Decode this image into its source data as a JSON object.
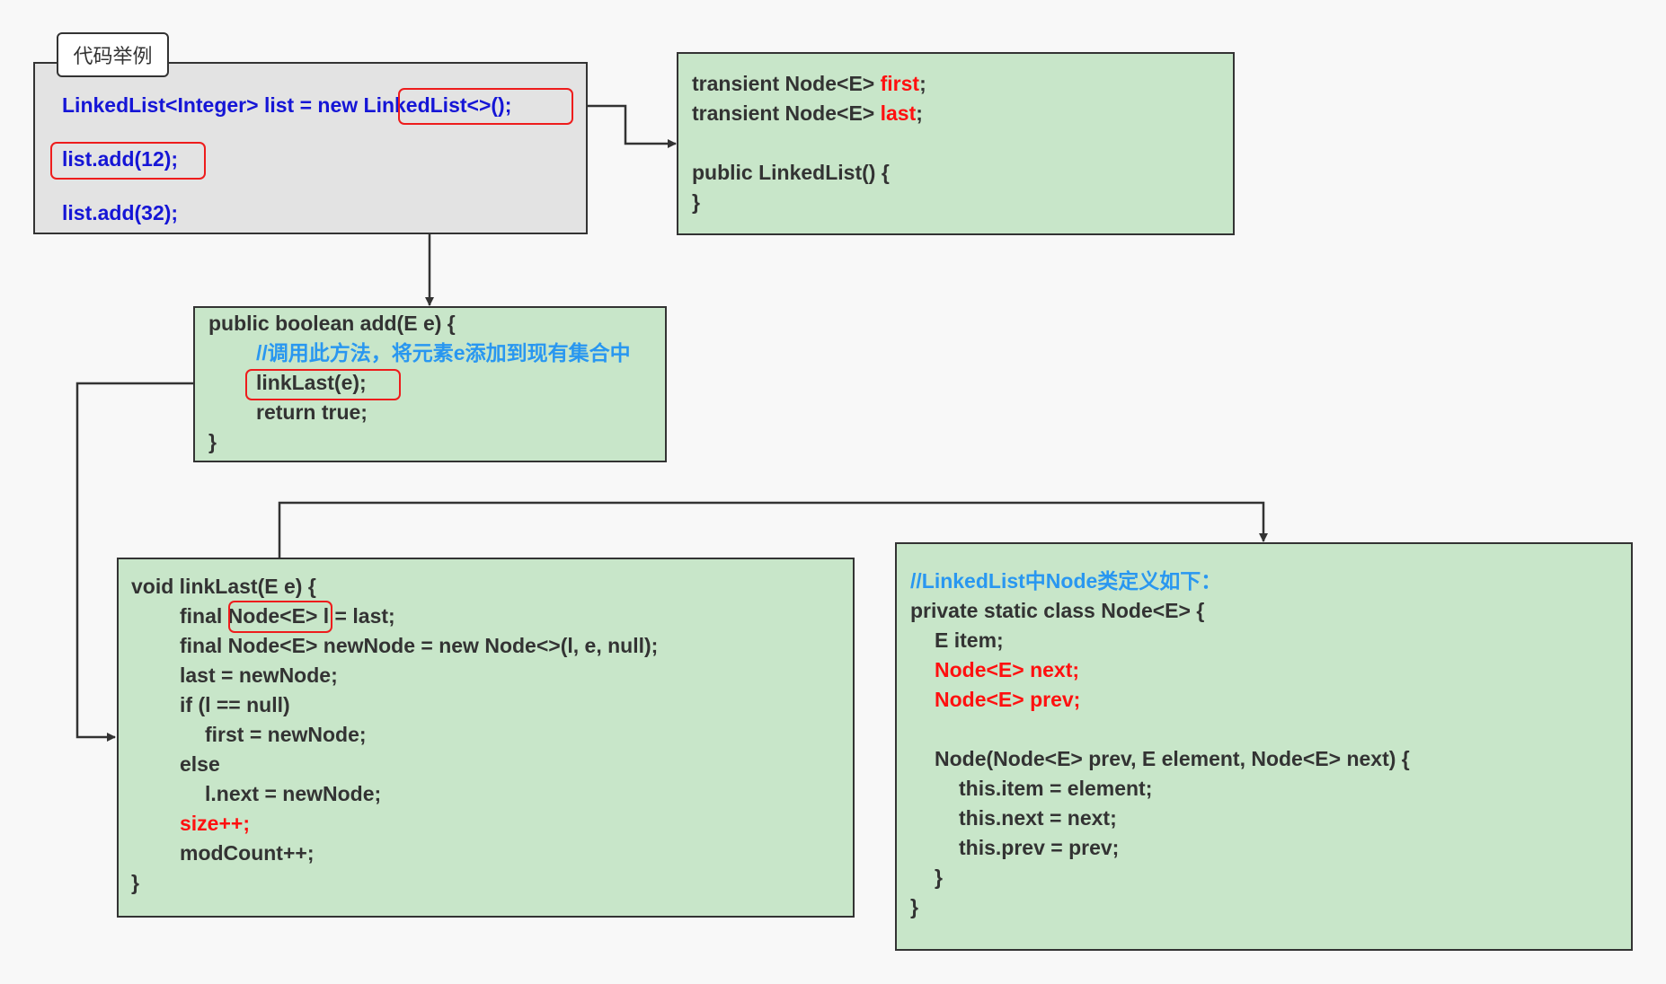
{
  "example": {
    "tag_label": "代码举例",
    "line1_prefix": "LinkedList<Integer> list = new ",
    "line1_ctor": "LinkedList<>();",
    "line2": "list.add(12);",
    "line3": "list.add(32);"
  },
  "fields": {
    "line1_prefix": "transient Node<E> ",
    "line1_name": "first",
    "line1_suffix": ";",
    "line2_prefix": "transient Node<E> ",
    "line2_name": "last",
    "line2_suffix": ";",
    "line3": "public LinkedList() {",
    "line4": "}"
  },
  "add_method": {
    "lines": [
      "public boolean add(E e) {",
      "//调用此方法，将元素e添加到现有集合中",
      "linkLast(e);",
      "return true;",
      "}"
    ]
  },
  "link_last": {
    "lines": [
      "void linkLast(E e) {",
      "final ",
      "Node<E>",
      " l = last;",
      "final Node<E> newNode = new Node<>(l, e, null);",
      "last = newNode;",
      "if (l == null)",
      "first = newNode;",
      "else",
      "l.next = newNode;",
      "size++;",
      "modCount++;",
      "}"
    ]
  },
  "node_class": {
    "lines": [
      "//LinkedList中Node类定义如下：",
      "private static class Node<E> {",
      "E item;",
      "Node<E> next;",
      "Node<E> prev;",
      "Node(Node<E> prev, E element, Node<E> next) {",
      "this.item = element;",
      "this.next = next;",
      "this.prev = prev;",
      "}",
      "}"
    ]
  },
  "colors": {
    "code_blue": "#1515d6",
    "keyword_red": "#ff1010",
    "comment_blue": "#2997f0",
    "box_green": "#c8e6c9",
    "box_gray": "#e3e3e3",
    "highlight_red": "#ee1c1c",
    "connector": "#333333"
  }
}
